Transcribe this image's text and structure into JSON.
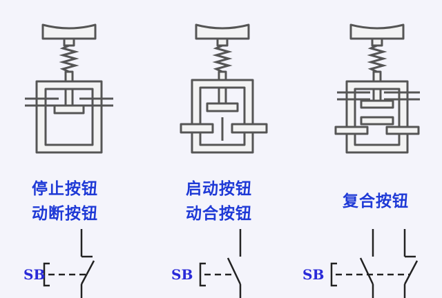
{
  "colors": {
    "background": "#f4f4fb",
    "mechanism_stroke": "#555555",
    "mechanism_fill": "#f3f3f3",
    "label_color": "#1e39d6",
    "symbol_line": "#222222",
    "symbol_text": "#2a2ad8"
  },
  "buttons": [
    {
      "label_line1": "停止按钮",
      "label_line2": "动断按钮",
      "symbol_text": "SB"
    },
    {
      "label_line1": "启动按钮",
      "label_line2": "动合按钮",
      "symbol_text": "SB"
    },
    {
      "label_line1": "复合按钮",
      "symbol_text": "SB"
    }
  ]
}
